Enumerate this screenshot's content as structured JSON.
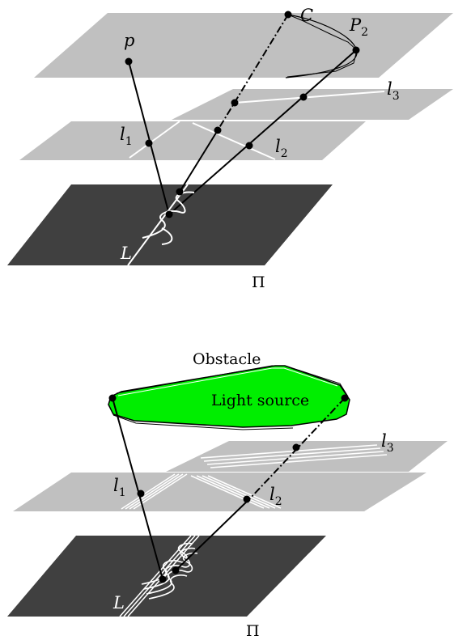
{
  "top_figure": {
    "point_p": "p",
    "curve_C": "C",
    "point_P": "P",
    "point_P_sub": "2",
    "line_l1": "l",
    "line_l1_sub": "1",
    "line_l2": "l",
    "line_l2_sub": "2",
    "line_l3": "l",
    "line_l3_sub": "3",
    "line_L": "L",
    "plane_Pi": "Π"
  },
  "bottom_figure": {
    "obstacle": "Obstacle",
    "light_source": "Light source",
    "line_l1": "l",
    "line_l1_sub": "1",
    "line_l2": "l",
    "line_l2_sub": "2",
    "line_l3": "l",
    "line_l3_sub": "3",
    "line_L": "L",
    "plane_Pi": "Π"
  },
  "colors": {
    "light_plane": "#c0c0c0",
    "dark_plane": "#404040",
    "light_source_fill": "#00ee00"
  }
}
